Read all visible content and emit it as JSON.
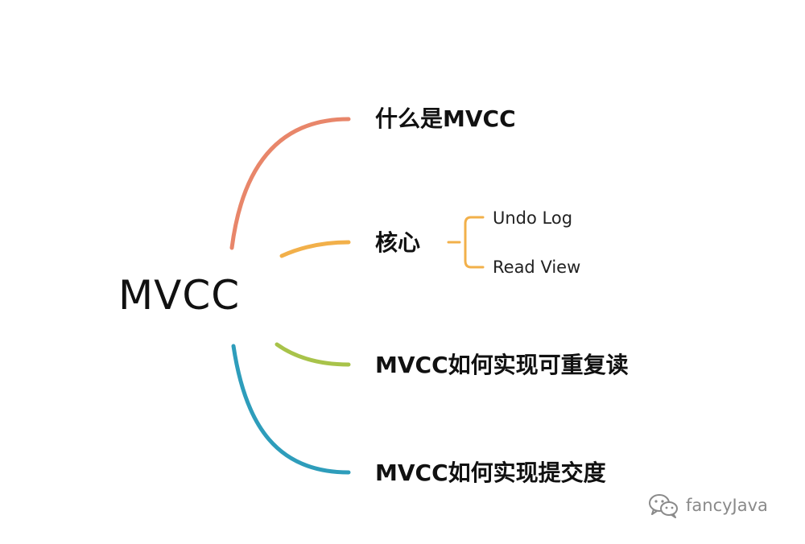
{
  "root": {
    "label": "MVCC"
  },
  "branches": [
    {
      "label": "什么是MVCC",
      "color": "#E8866A"
    },
    {
      "label": "核心",
      "color": "#F2B04A",
      "children": [
        "Undo Log",
        "Read View"
      ]
    },
    {
      "label": "MVCC如何实现可重复读",
      "color": "#A8C34A"
    },
    {
      "label": "MVCC如何实现提交度",
      "color": "#2E9DBB"
    }
  ],
  "watermark": {
    "text": "fancyJava",
    "icon": "wechat-icon"
  }
}
